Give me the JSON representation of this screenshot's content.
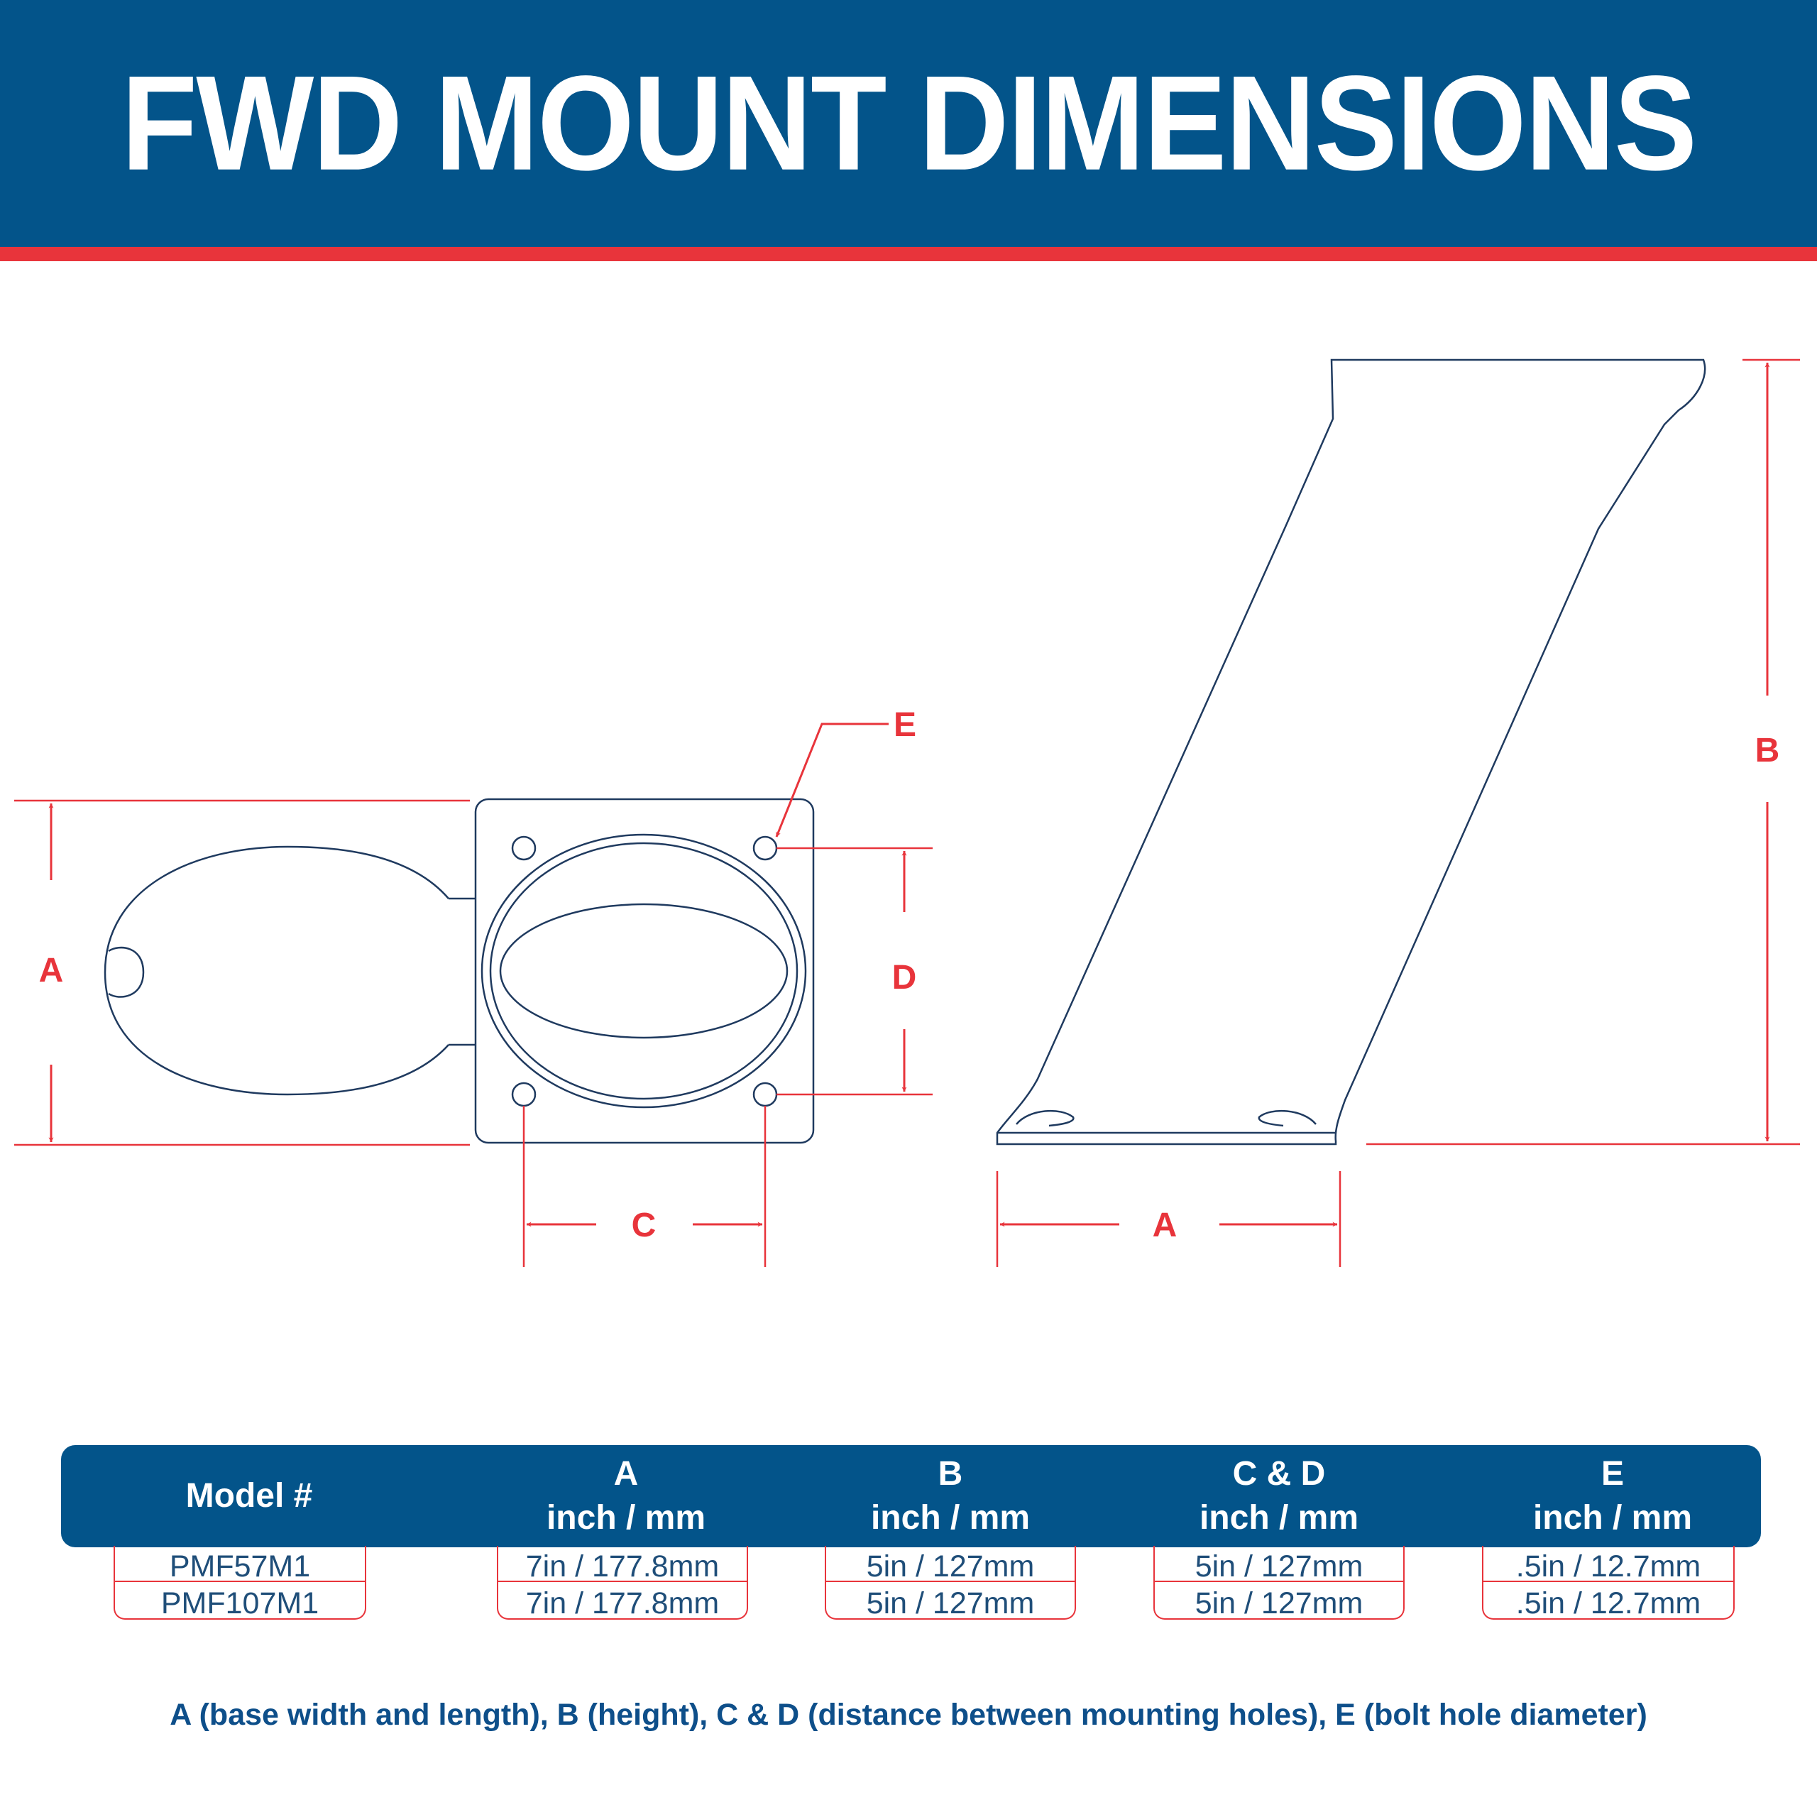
{
  "title": "FWD MOUNT DIMENSIONS",
  "colors": {
    "banner": "#03548a",
    "accent_red": "#e8343b",
    "outline": "#1f3a5f",
    "text_blue": "#0e4f8a"
  },
  "labels": {
    "a": "A",
    "b": "B",
    "c": "C",
    "d": "D",
    "e": "E"
  },
  "table": {
    "headers": [
      {
        "line1": "Model #",
        "line2": ""
      },
      {
        "line1": "A",
        "line2": "inch / mm"
      },
      {
        "line1": "B",
        "line2": "inch / mm"
      },
      {
        "line1": "C & D",
        "line2": "inch / mm"
      },
      {
        "line1": "E",
        "line2": "inch / mm"
      }
    ],
    "rows": [
      [
        "PMF57M1",
        "7in / 177.8mm",
        "5in / 127mm",
        "5in / 127mm",
        ".5in / 12.7mm"
      ],
      [
        "PMF107M1",
        "7in / 177.8mm",
        "5in / 127mm",
        "5in / 127mm",
        ".5in / 12.7mm"
      ]
    ]
  },
  "footnote": "A (base width and length), B (height), C & D (distance between mounting holes), E (bolt hole diameter)"
}
